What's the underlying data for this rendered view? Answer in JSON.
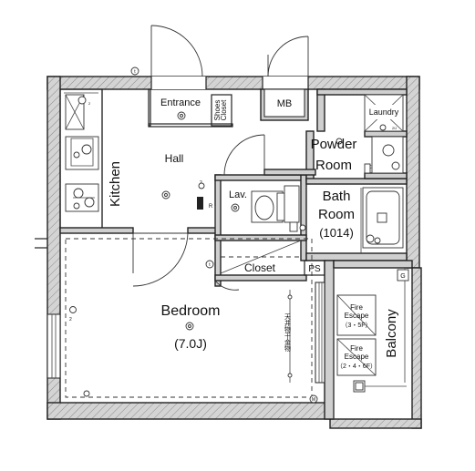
{
  "rooms": {
    "entrance": "Entrance",
    "shoes_closet_1": "Shoes",
    "shoes_closet_2": "Closet",
    "mb": "MB",
    "laundry": "Laundry",
    "powder_room_1": "Powder",
    "powder_room_2": "Room",
    "hall": "Hall",
    "kitchen": "Kitchen",
    "lav": "Lav.",
    "bath_room_1": "Bath",
    "bath_room_2": "Room",
    "bath_size": "(1014)",
    "closet": "Closet",
    "ps": "PS",
    "bedroom": "Bedroom",
    "bedroom_size": "(7.0J)",
    "ceiling_dryer": "天井物干金物",
    "fire_escape_1a": "Fire",
    "fire_escape_1b": "Escape",
    "fire_escape_1c": "（3・5F）",
    "fire_escape_2a": "Fire",
    "fire_escape_2b": "Escape",
    "fire_escape_2c": "（2・4・6F）",
    "balcony": "Balcony",
    "g_mark": "G",
    "r_mark": "R",
    "m_mark": "M"
  }
}
